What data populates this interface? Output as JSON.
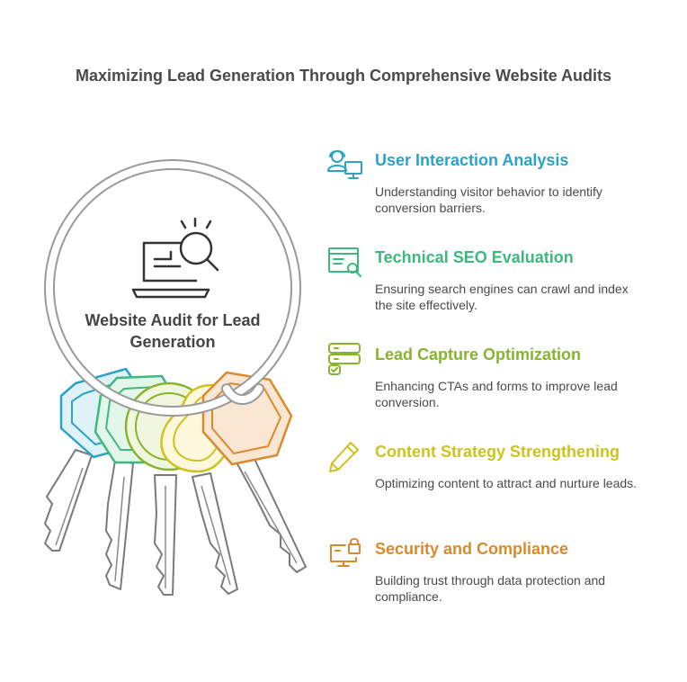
{
  "title": "Maximizing Lead Generation Through Comprehensive Website Audits",
  "center_label": "Website Audit for Lead Generation",
  "items": [
    {
      "heading": "User Interaction Analysis",
      "description": "Understanding visitor behavior to identify conversion barriers.",
      "color": "#2aa3c9",
      "icon": "user-monitor-icon"
    },
    {
      "heading": "Technical SEO Evaluation",
      "description": "Ensuring search engines can crawl and index the site effectively.",
      "color": "#3db87e",
      "icon": "browser-search-icon"
    },
    {
      "heading": "Lead Capture Optimization",
      "description": "Enhancing CTAs and forms to improve lead conversion.",
      "color": "#86b52d",
      "icon": "form-fields-icon"
    },
    {
      "heading": "Content Strategy Strengthening",
      "description": "Optimizing content to attract and nurture leads.",
      "color": "#cfc21e",
      "icon": "pencil-icon"
    },
    {
      "heading": "Security and Compliance",
      "description": "Building trust through data protection and compliance.",
      "color": "#d98b2c",
      "icon": "screen-lock-icon"
    }
  ]
}
